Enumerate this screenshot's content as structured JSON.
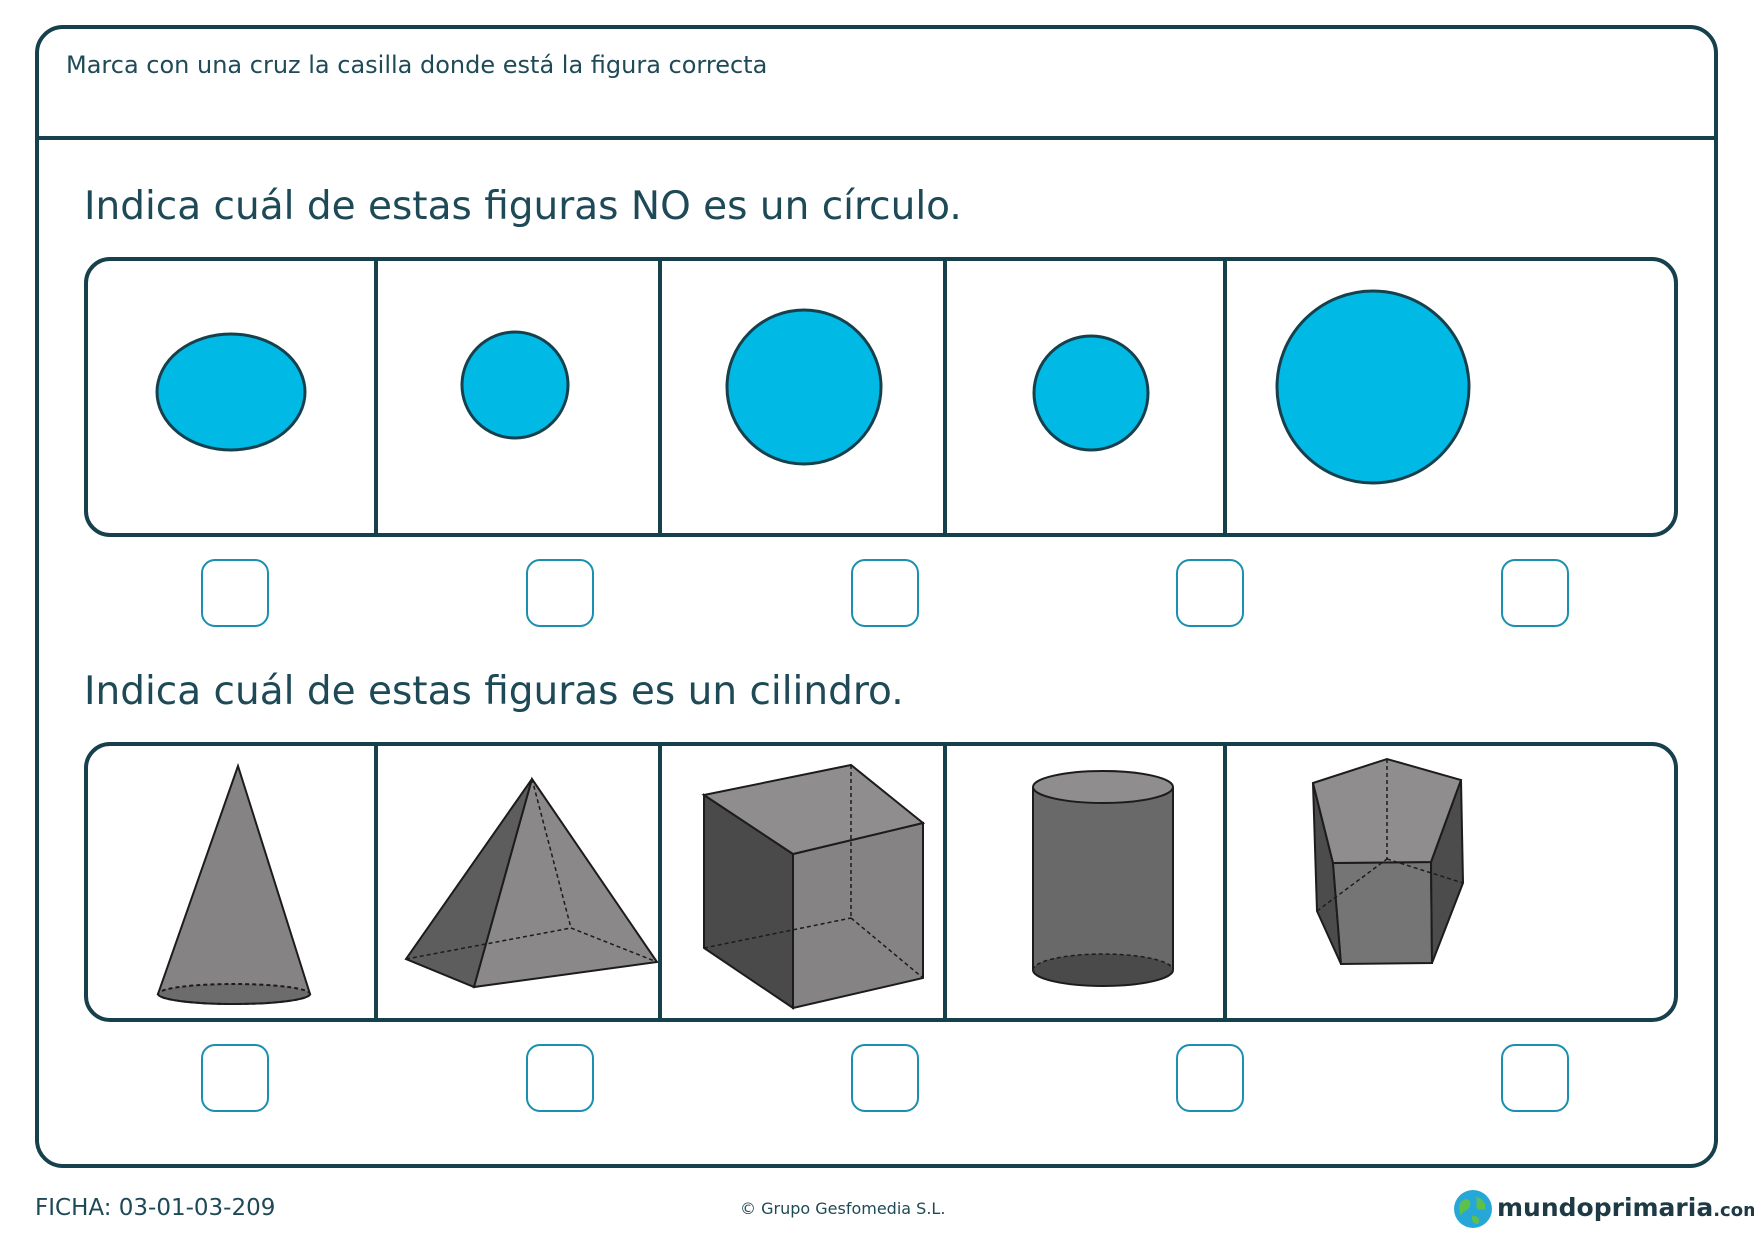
{
  "instruction": "Marca con una cruz la casilla donde está la figura correcta",
  "questions": [
    {
      "text": "Indica cuál de estas figuras NO es un círculo.",
      "figures": [
        {
          "icon": "ellipse-icon"
        },
        {
          "icon": "small-circle-icon"
        },
        {
          "icon": "medium-circle-icon"
        },
        {
          "icon": "small-circle-icon"
        },
        {
          "icon": "large-circle-icon"
        }
      ],
      "checkboxes": [
        false,
        false,
        false,
        false,
        false
      ]
    },
    {
      "text": "Indica cuál de estas figuras es un cilindro.",
      "figures": [
        {
          "icon": "cone-icon"
        },
        {
          "icon": "pyramid-icon"
        },
        {
          "icon": "cube-icon"
        },
        {
          "icon": "cylinder-icon"
        },
        {
          "icon": "pentagonal-prism-icon"
        }
      ],
      "checkboxes": [
        false,
        false,
        false,
        false,
        false
      ]
    }
  ],
  "colors": {
    "border": "#17404d",
    "shape_fill": "#00b9e5",
    "checkbox_border": "#1a8fb0",
    "solid_fill": "#7f7e7e"
  },
  "footer": {
    "ficha": "FICHA: 03-01-03-209",
    "copyright": "© Grupo Gesfomedia S.L.",
    "brand": "mundoprimaria",
    "brand_domain": ".com"
  }
}
